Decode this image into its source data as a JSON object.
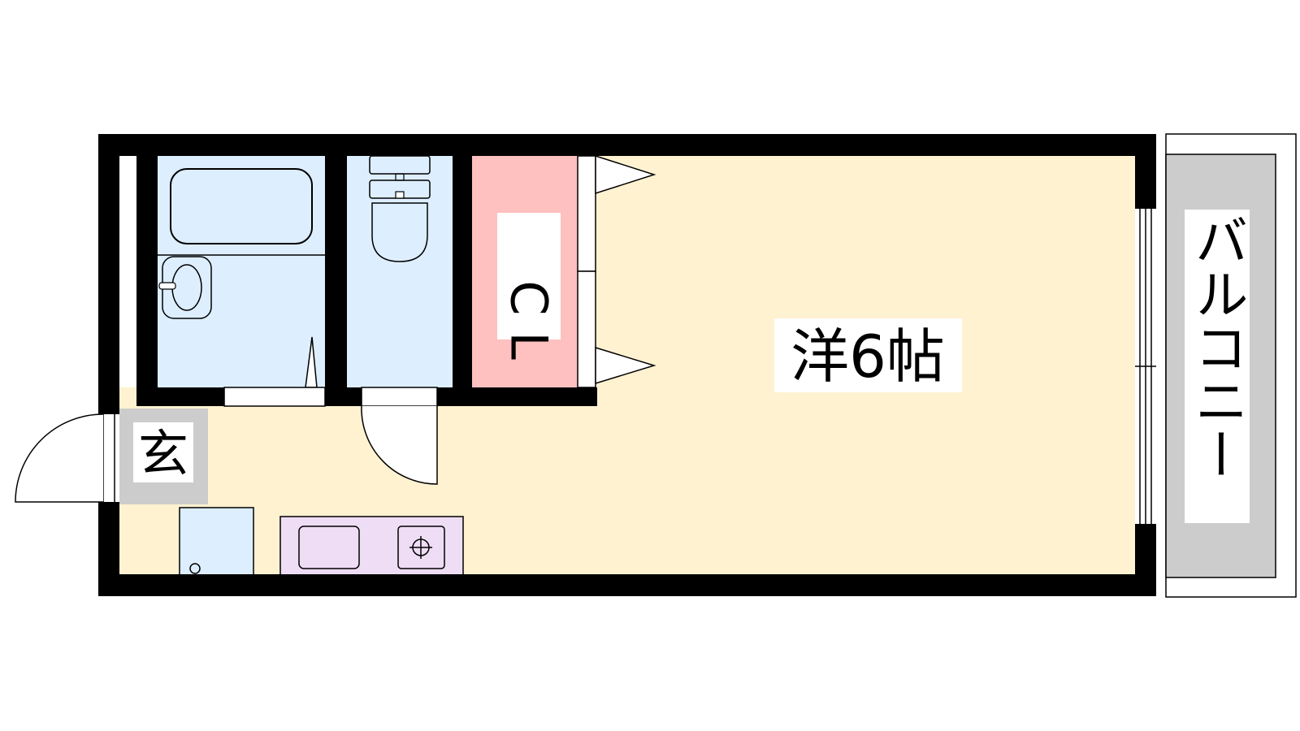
{
  "floorplan": {
    "rooms": {
      "western_room": "洋6帖",
      "closet": "C L",
      "entrance": "玄",
      "balcony": "バルコニー"
    },
    "colors": {
      "wall": "#000000",
      "western_room_fill": "#FFF2D1",
      "closet_fill": "#FFC0C0",
      "wet_area_fill": "#DDEEFF",
      "entrance_fill": "#CCCCCC",
      "balcony_fill": "#CCCCCC",
      "kitchen_fill": "#EEDDF5",
      "label_bg": "#FFFFFF"
    },
    "icons": [
      "bathtub-icon",
      "washbasin-icon",
      "toilet-icon",
      "sink-icon",
      "stove-burner-icon",
      "door-swing-icon",
      "sliding-door-icon",
      "window-icon"
    ]
  }
}
